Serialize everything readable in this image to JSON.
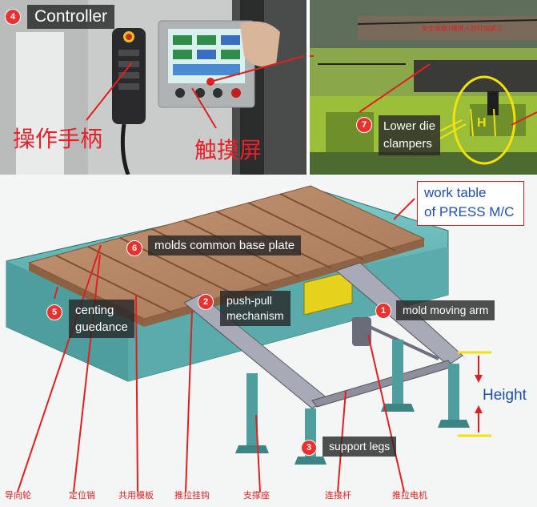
{
  "colors": {
    "accent_red": "#e02020",
    "callout_bg": "#333333",
    "callout_blue": "#1f4fa8",
    "yellow_guide": "#f2e20a",
    "table_wood": "#b58662",
    "frame_cyan": "#5fb3b3"
  },
  "photo_left": {
    "controller_number": "4",
    "controller_label": "Controller",
    "handle_cn": "操作手柄",
    "touch_cn": "触摸屏"
  },
  "photo_right": {
    "clamp_number": "7",
    "clamp_label_line1": "Lower die",
    "clamp_label_line2": "clampers",
    "h_letter": "H",
    "sign_text": "安全规章T槽推入后打加紧公"
  },
  "callouts": {
    "work_table_line1": "work table",
    "work_table_line2": "of PRESS M/C",
    "plate_number": "6",
    "plate_label": "molds common base plate",
    "push_number": "2",
    "push_line1": "push-pull",
    "push_line2": "mechanism",
    "arm_number": "1",
    "arm_label": "mold moving arm",
    "center_number": "5",
    "center_line1": "centing",
    "center_line2": "guedance",
    "legs_number": "3",
    "legs_label": "support legs",
    "height_label": "Height"
  },
  "cn_labels": [
    "导向轮",
    "定位销",
    "共用模板",
    "推拉挂钩",
    "支撑座",
    "连接杆",
    "推拉电机"
  ]
}
